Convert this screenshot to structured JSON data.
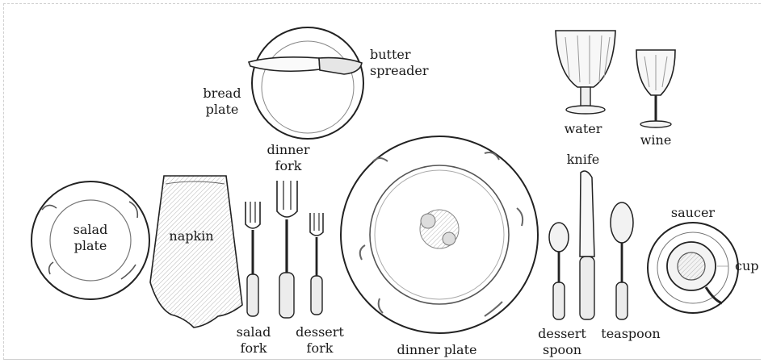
{
  "labels": {
    "butter_spreader": [
      "butter",
      "spreader"
    ],
    "bread_plate": [
      "bread",
      "plate"
    ],
    "water": "water",
    "wine": "wine",
    "dinner_fork": [
      "dinner",
      "fork"
    ],
    "knife": "knife",
    "salad_plate": [
      "salad",
      "plate"
    ],
    "napkin": "napkin",
    "saucer": "saucer",
    "cup": "cup",
    "salad_fork": [
      "salad",
      "fork"
    ],
    "dessert_fork": [
      "dessert",
      "fork"
    ],
    "dinner_plate": "dinner plate",
    "dessert_spoon": [
      "dessert",
      "spoon"
    ],
    "teaspoon": "teaspoon"
  }
}
